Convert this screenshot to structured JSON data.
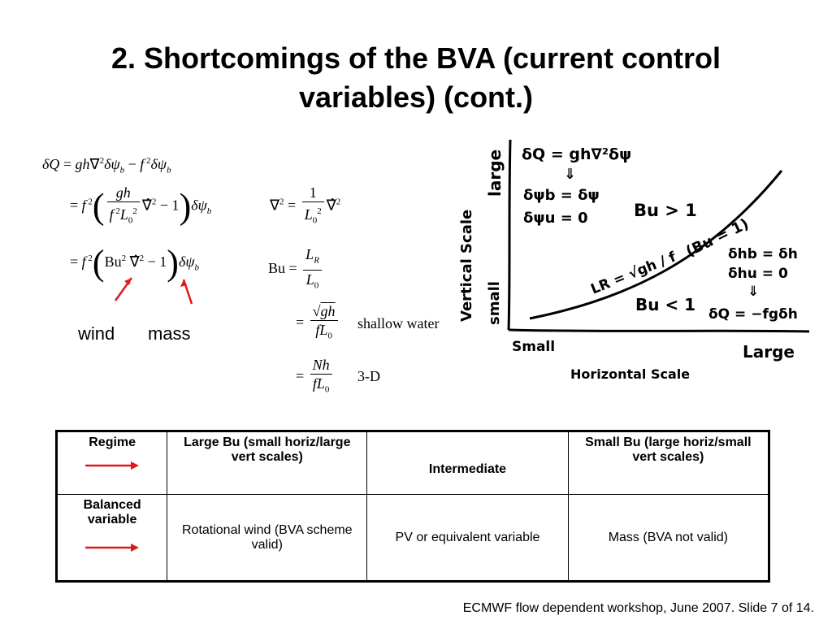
{
  "slide": {
    "title_line1": "2. Shortcomings of the BVA (current control",
    "title_line2": "variables) (cont.)"
  },
  "labels": {
    "wind": "wind",
    "mass": "mass",
    "shallow_water": "shallow water",
    "three_d": "3-D"
  },
  "sketch": {
    "y_axis_title": "Vertical Scale",
    "x_axis_title": "Horizontal Scale",
    "y_small": "small",
    "y_large": "large",
    "x_small": "Small",
    "x_large": "Large",
    "note_top1": "δQ = gh∇²δψ",
    "note_top2": "⇓",
    "note_top3": "δψb = δψ",
    "note_top4": "δψu = 0",
    "bu_gt": "Bu > 1",
    "bu_lt": "Bu < 1",
    "curve_label": "(Bu = 1)",
    "lr_label": "LR = √gh / f",
    "note_right1": "δhb = δh",
    "note_right2": "δhu = 0",
    "note_right3": "⇓",
    "note_right4": "δQ = −fgδh"
  },
  "table": {
    "headers": [
      "Regime",
      "Large Bu (small horiz/large vert scales)",
      "Intermediate",
      "Small Bu (large horiz/small vert scales)"
    ],
    "row_label": "Balanced variable",
    "cells": [
      "Rotational wind (BVA scheme valid)",
      "PV or equivalent variable",
      "Mass (BVA not valid)"
    ],
    "arrow_color": "#e01818"
  },
  "footer": {
    "text": "ECMWF flow dependent workshop, June 2007.  Slide 7 of 14."
  }
}
